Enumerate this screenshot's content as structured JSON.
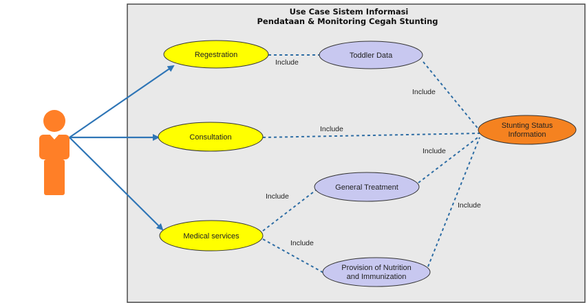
{
  "system": {
    "title_line1": "Use Case Sistem Informasi",
    "title_line2": "Pendataan & Monitoring Cegah Stunting"
  },
  "use_cases": {
    "regestration": "Regestration",
    "consultation": "Consultation",
    "medical_services": "Medical services",
    "toddler_data": "Toddler Data",
    "general_treatment": "General Treatment",
    "nutrition_line1": "Provision of Nutrition",
    "nutrition_line2": "and Immunization",
    "stunting_line1": "Stunting Status",
    "stunting_line2": "Information"
  },
  "relations": {
    "include_reg_toddler": "Include",
    "include_toddler_stunting": "Include",
    "include_consult_stunting": "Include",
    "include_general_stunting": "Include",
    "include_medical_general": "Include",
    "include_nutrition_stunting": "Include",
    "include_medical_nutrition": "Include"
  },
  "colors": {
    "system_fill": "#e9e9e9",
    "system_border": "#4a4a4a",
    "primary_use_case": "#ffff00",
    "included_use_case": "#c8c8f0",
    "stunting_use_case": "#f58220",
    "actor": "#ff7f27",
    "association_arrow": "#2e75b6",
    "include_line": "#2e6da4"
  }
}
